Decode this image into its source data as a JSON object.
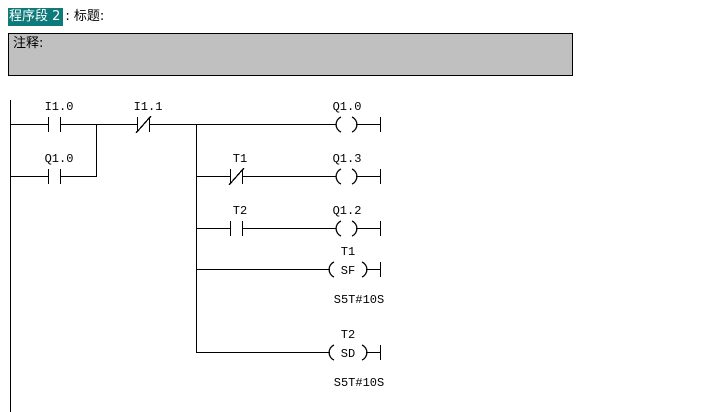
{
  "header": {
    "selected_title": "程序段 2",
    "title_suffix": ": 标题:"
  },
  "comment": {
    "label": "注释:",
    "value": "",
    "background_color": "#c0c0c0",
    "border_color": "#000000"
  },
  "theme": {
    "selection_color": "#0f7a7a",
    "selection_text_color": "#ffffff",
    "line_color": "#000000",
    "page_background": "#ffffff"
  },
  "ladder": {
    "rungs": [
      {
        "id": "rung-1",
        "elements": [
          {
            "type": "contact-no",
            "label": "I1.0"
          },
          {
            "type": "contact-nc",
            "label": "I1.1"
          },
          {
            "type": "coil",
            "label": "Q1.0",
            "coil_text": ""
          }
        ]
      },
      {
        "id": "rung-2-branch",
        "elements": [
          {
            "type": "contact-no",
            "label": "Q1.0"
          }
        ]
      },
      {
        "id": "rung-3",
        "elements": [
          {
            "type": "contact-nc",
            "label": "T1"
          },
          {
            "type": "coil",
            "label": "Q1.3",
            "coil_text": ""
          }
        ]
      },
      {
        "id": "rung-4",
        "elements": [
          {
            "type": "contact-no",
            "label": "T2"
          },
          {
            "type": "coil",
            "label": "Q1.2",
            "coil_text": ""
          }
        ]
      },
      {
        "id": "rung-5",
        "elements": [
          {
            "type": "timer-coil",
            "label": "T1",
            "coil_text": "SF",
            "preset": "S5T#10S"
          }
        ]
      },
      {
        "id": "rung-6",
        "elements": [
          {
            "type": "timer-coil",
            "label": "T2",
            "coil_text": "SD",
            "preset": "S5T#10S"
          }
        ]
      }
    ],
    "labels": {
      "i1_0": "I1.0",
      "i1_1": "I1.1",
      "q1_0_coil": "Q1.0",
      "q1_0_contact": "Q1.0",
      "t1_contact": "T1",
      "q1_3": "Q1.3",
      "t2_contact": "T2",
      "q1_2": "Q1.2",
      "t1_timer": "T1",
      "t1_timer_type": "SF",
      "t1_preset": "S5T#10S",
      "t2_timer": "T2",
      "t2_timer_type": "SD",
      "t2_preset": "S5T#10S"
    }
  }
}
